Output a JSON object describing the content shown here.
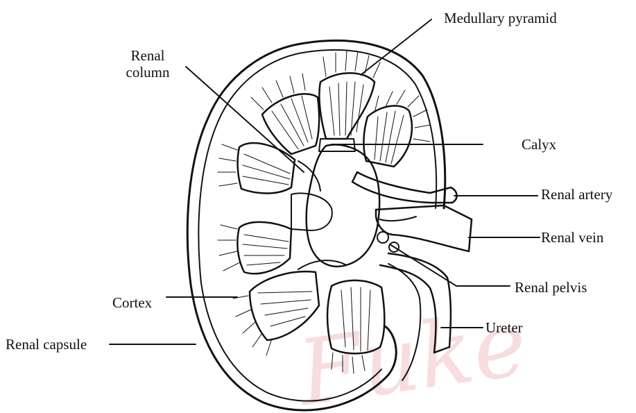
{
  "labels": {
    "medullary_pyramid": "Medullary pyramid",
    "renal_column": "Renal column",
    "calyx": "Calyx",
    "renal_artery": "Renal artery",
    "renal_vein": "Renal vein",
    "renal_pelvis": "Renal pelvis",
    "cortex": "Cortex",
    "ureter": "Ureter",
    "renal_capsule": "Renal capsule"
  },
  "watermark": "Fuke",
  "colors": {
    "ink": "#111111",
    "watermark": "#f2c2c2"
  }
}
